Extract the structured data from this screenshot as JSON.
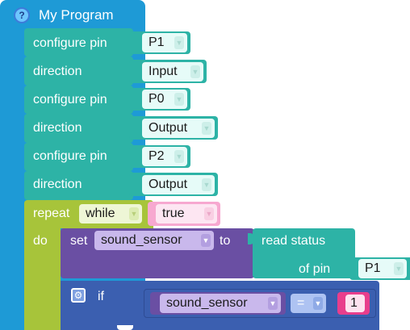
{
  "program": {
    "title": "My Program",
    "help_glyph": "?",
    "colors": {
      "program": "#1e9ad6",
      "pins": "#2db3a6",
      "loop": "#a7c43a",
      "variable": "#6a4fa3",
      "logic": "#3b5fb0",
      "boolean": "#f7a8d0",
      "number": "#e83e8c"
    }
  },
  "pins": [
    {
      "configure_label": "configure pin",
      "pin": "P1",
      "direction_label": "direction",
      "direction": "Input"
    },
    {
      "configure_label": "configure pin",
      "pin": "P0",
      "direction_label": "direction",
      "direction": "Output"
    },
    {
      "configure_label": "configure pin",
      "pin": "P2",
      "direction_label": "direction",
      "direction": "Output"
    }
  ],
  "loop": {
    "repeat_label": "repeat",
    "mode": "while",
    "condition": "true",
    "do_label": "do",
    "set_block": {
      "set_label": "set",
      "variable": "sound_sensor",
      "to_label": "to",
      "read_label": "read status",
      "of_pin_label": "of pin",
      "pin": "P1"
    },
    "if_block": {
      "if_label": "if",
      "variable": "sound_sensor",
      "operator": "=",
      "value": "1"
    }
  }
}
